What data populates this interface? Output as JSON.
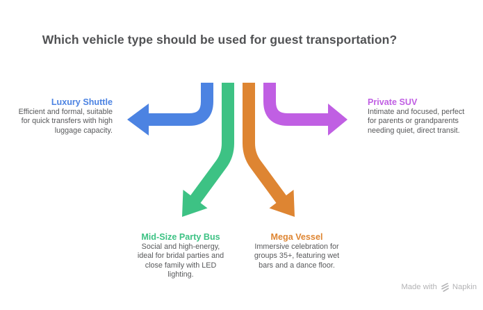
{
  "title": "Which vehicle type should be used for guest transportation?",
  "items": [
    {
      "id": "luxury-shuttle",
      "heading": "Luxury Shuttle",
      "description_lines": {
        "0": "Efficient and formal, suitable",
        "1": "for quick transfers with high",
        "2": "luggage capacity."
      },
      "color": "#4c83e2",
      "arrow_direction": "left"
    },
    {
      "id": "private-suv",
      "heading": "Private SUV",
      "description_lines": {
        "0": "Intimate and focused, perfect",
        "1": "for parents or grandparents",
        "2": "needing quiet, direct transit."
      },
      "color": "#c05fe3",
      "arrow_direction": "right"
    },
    {
      "id": "mid-size-party-bus",
      "heading": "Mid-Size Party Bus",
      "description_lines": {
        "0": "Social and high-energy,",
        "1": "ideal for bridal parties and",
        "2": "close family with LED",
        "3": "lighting."
      },
      "color": "#3dc284",
      "arrow_direction": "down-left"
    },
    {
      "id": "mega-vessel",
      "heading": "Mega Vessel",
      "description_lines": {
        "0": "Immersive celebration for",
        "1": "groups 35+, featuring wet",
        "2": "bars and a dance floor."
      },
      "color": "#de8532",
      "arrow_direction": "down-right"
    }
  ],
  "footer": {
    "made_with": "Made with",
    "brand": "Napkin",
    "logo_icon": "napkin-logo-icon"
  },
  "colors": {
    "title_text": "#515254",
    "body_text": "#57585a",
    "footer_text": "#b3b3b5",
    "background": "#ffffff"
  }
}
